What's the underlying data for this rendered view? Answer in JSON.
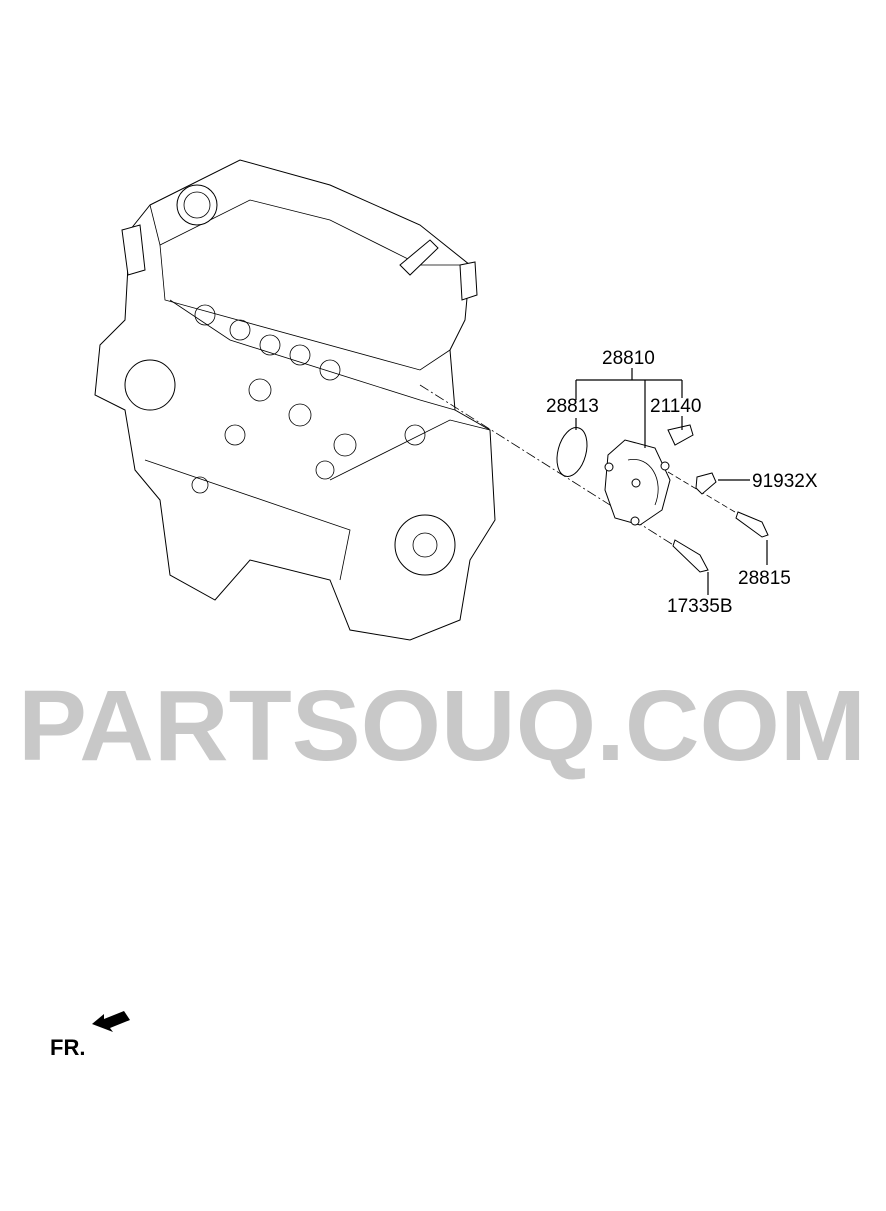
{
  "diagram": {
    "parts": [
      {
        "number": "28810"
      },
      {
        "number": "28813"
      },
      {
        "number": "21140"
      },
      {
        "number": "91932X"
      },
      {
        "number": "28815"
      },
      {
        "number": "17335B"
      }
    ],
    "direction_label": "FR.",
    "watermark": "PARTSOUQ.COM",
    "colors": {
      "line": "#000000",
      "watermark": "#c8c8c8"
    }
  }
}
